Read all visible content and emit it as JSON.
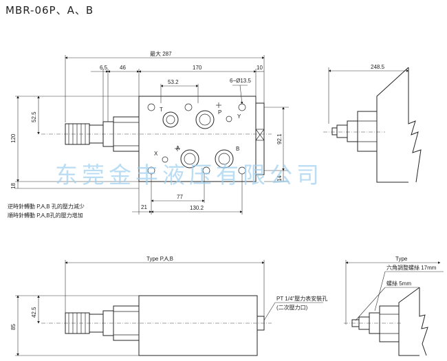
{
  "title": "MBR-06P、A、B",
  "watermark": "东莞金丰液压有限公司",
  "dims": {
    "max_length": "最大 287",
    "d6_5": "6.5",
    "d46": "46",
    "d170": "170",
    "d10": "10",
    "d53_2": "53.2",
    "holes": "6−Ø13.5",
    "d52_5": "52.5",
    "d120": "120",
    "d18": "18",
    "d92_1": "92.1",
    "d14": "14",
    "d21": "21",
    "d77": "77",
    "d130_2": "130.2",
    "d248_5": "248.5",
    "type_pab": "Type P,A,B",
    "d42_5": "42.5",
    "d85": "85",
    "type": "Type"
  },
  "ports": {
    "T": "T",
    "P": "P",
    "X": "X",
    "Y": "Y",
    "A": "A",
    "B": "B"
  },
  "notes": {
    "ccw": "逆時針轉動 P,A,B 孔的壓力減少",
    "cw": "順時針轉動 P,A,B孔的壓力增加",
    "gauge_port": "PT 1/4\"壓力表安裝孔",
    "gauge_port_sub": "(二次壓力口)",
    "hex": "六角調整螺絲 17mm",
    "screw": "螺絲 5mm"
  }
}
